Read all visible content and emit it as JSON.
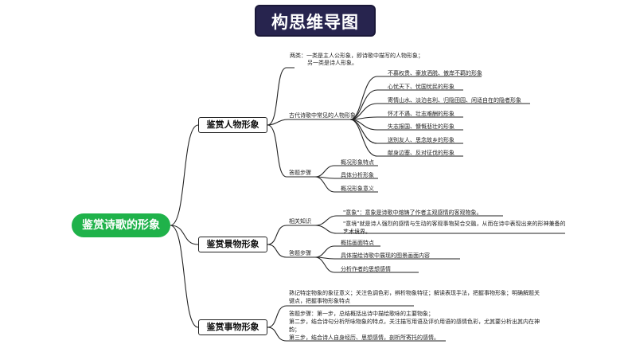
{
  "title": "构思维导图",
  "root": "鉴赏诗歌的形象",
  "branches": [
    {
      "label": "鉴赏人物形象",
      "intro": [
        "两类：一类是主人公形象，即诗歌中描写的人物形象；",
        "另一类是诗人形象。"
      ],
      "common_label": "古代诗歌中常见的人物形象",
      "common_items": [
        "不慕权贵、豪放洒脱、傲岸不羁的形象",
        "心忧天下、忧国忧民的形象",
        "寄情山水、淡泊名利、归隐田园、闲适自在的隐者形象",
        "怀才不遇、壮志难酬的形象",
        "失志报国、慷慨悲壮的形象",
        "送别友人、思念故乡的形象",
        "献身边塞、反对征伐的形象"
      ],
      "steps_label": "答题步骤",
      "steps": [
        "概况形象特点",
        "具体分析形象",
        "概况形象意义"
      ]
    },
    {
      "label": "鉴赏景物形象",
      "knowledge_label": "相关知识",
      "knowledge": [
        "\"意象\"：意象是诗歌中熔铸了作者主观感情的客观物象。",
        "\"意境\"就是诗人强烈的感情与生动的客观事物契合交融，从而在诗中表现出来的形神兼备的艺术境界。"
      ],
      "steps_label": "答题步骤",
      "steps": [
        "概括画面特点",
        "具体描绘诗歌中展现的图景画面内容",
        "分析作者的思想感情"
      ]
    },
    {
      "label": "鉴赏事物形象",
      "notes": [
        "熟记特定物象的象征意义；关注色调色彩，辨析物象特征；解读表现手法，把握事物形象；明确解题关键点，把握事物形象特点",
        "答题步骤：第一步，总结概括出诗中描绘歌咏的主要物象；\n第二步，结合诗句分析所咏物象的特点，关注描写用语及评价用语的感情色彩，尤其要分析出其内在神韵；\n第三步，结合诗人自身经历、思想感情，剖析所寄托的感情。"
      ]
    }
  ]
}
